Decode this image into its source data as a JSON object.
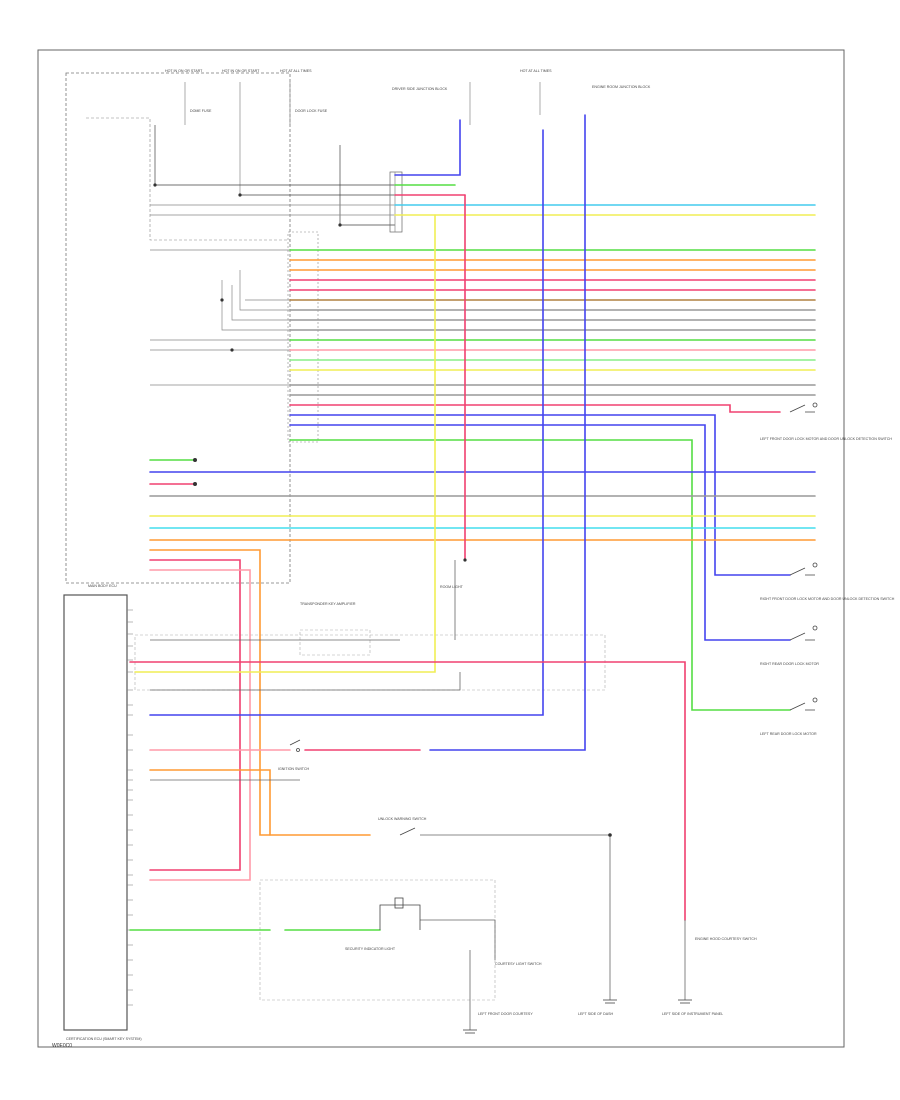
{
  "figure_code": "W0E0C0",
  "top_fuses": [
    {
      "name": "fuse-1",
      "label": "HOT IN ON OR START"
    },
    {
      "name": "fuse-2",
      "label": "HOT IN ON OR START"
    },
    {
      "name": "fuse-3",
      "label": "HOT AT ALL TIMES"
    },
    {
      "name": "fuse-4",
      "label": "HOT AT ALL TIMES"
    }
  ],
  "top_labels": {
    "mid_fuse": "DOOR LOCK FUSE",
    "left_fuse": "DOME FUSE",
    "center_block": "DRIVER SIDE JUNCTION BLOCK",
    "right_block": "ENGINE ROOM JUNCTION BLOCK"
  },
  "modules": {
    "main_ecu": "MAIN BODY ECU",
    "lower_ecu": "CERTIFICATION ECU (SMART KEY SYSTEM)",
    "transponder": "TRANSPONDER KEY AMPLIFIER"
  },
  "switches": [
    {
      "name": "left-front-door",
      "label": "LEFT FRONT DOOR LOCK MOTOR AND DOOR UNLOCK DETECTION SWITCH"
    },
    {
      "name": "right-front-door",
      "label": "RIGHT FRONT DOOR LOCK MOTOR AND DOOR UNLOCK DETECTION SWITCH"
    },
    {
      "name": "right-rear-door",
      "label": "RIGHT REAR DOOR LOCK MOTOR"
    },
    {
      "name": "left-rear-door",
      "label": "LEFT REAR DOOR LOCK MOTOR"
    }
  ],
  "bottom_labels": {
    "ignition": "IGNITION SWITCH",
    "unlock_warning": "UNLOCK WARNING SWITCH",
    "security": "SECURITY INDICATOR LIGHT",
    "courtesy": "COURTESY LIGHT SWITCH",
    "engine_hood": "ENGINE HOOD COURTESY SWITCH",
    "ground_left": "LEFT FRONT DOOR COURTESY",
    "ground_mid": "LEFT SIDE OF DASH",
    "ground_right": "LEFT SIDE OF INSTRUMENT PANEL",
    "rear_light": "ROOM LIGHT"
  },
  "wire_colors": {
    "gn": "#55dd44",
    "or": "#ff9a33",
    "rd": "#f04070",
    "pk": "#ff9aa8",
    "yl": "#f0ee55",
    "bl": "#4444ee",
    "lb": "#44ccee",
    "cy": "#44ddee",
    "gy": "#999999",
    "bk": "#444444",
    "br": "#b08040"
  }
}
